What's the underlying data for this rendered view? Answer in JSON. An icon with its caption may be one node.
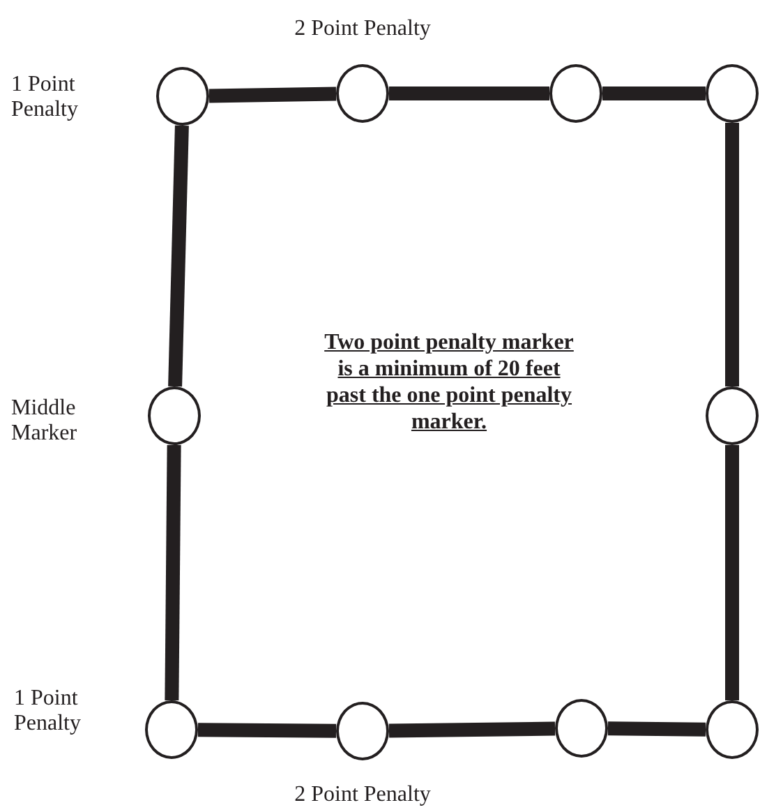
{
  "diagram": {
    "nodes": [
      {
        "text": [],
        "shape": "circle",
        "beside": [
          "1 Point Penalty"
        ]
      },
      {
        "text": [],
        "shape": "circle",
        "beside": [
          "2 Point Penalty"
        ]
      },
      {
        "text": [],
        "shape": "circle"
      },
      {
        "text": [],
        "shape": "circle"
      },
      {
        "text": [],
        "shape": "circle",
        "beside": [
          "Middle Marker"
        ]
      },
      {
        "text": [],
        "shape": "circle"
      },
      {
        "text": [],
        "shape": "circle",
        "beside": [
          "1 Point Penalty"
        ]
      },
      {
        "text": [],
        "shape": "circle",
        "beside": [
          "2 Point Penalty"
        ]
      },
      {
        "text": [],
        "shape": "circle"
      },
      {
        "text": [],
        "shape": "circle"
      }
    ],
    "edges": [
      {
        "from": 0,
        "to": 1,
        "arrow": "none"
      },
      {
        "from": 1,
        "to": 2,
        "arrow": "none"
      },
      {
        "from": 2,
        "to": 3,
        "arrow": "none"
      },
      {
        "from": 0,
        "to": 4,
        "arrow": "none"
      },
      {
        "from": 4,
        "to": 6,
        "arrow": "none"
      },
      {
        "from": 3,
        "to": 5,
        "arrow": "none"
      },
      {
        "from": 5,
        "to": 9,
        "arrow": "none"
      },
      {
        "from": 6,
        "to": 7,
        "arrow": "none"
      },
      {
        "from": 7,
        "to": 8,
        "arrow": "none"
      },
      {
        "from": 8,
        "to": 9,
        "arrow": "none"
      }
    ],
    "labels": [
      "Two point penalty marker is a minimum of 20 feet past the one point penalty marker."
    ]
  }
}
